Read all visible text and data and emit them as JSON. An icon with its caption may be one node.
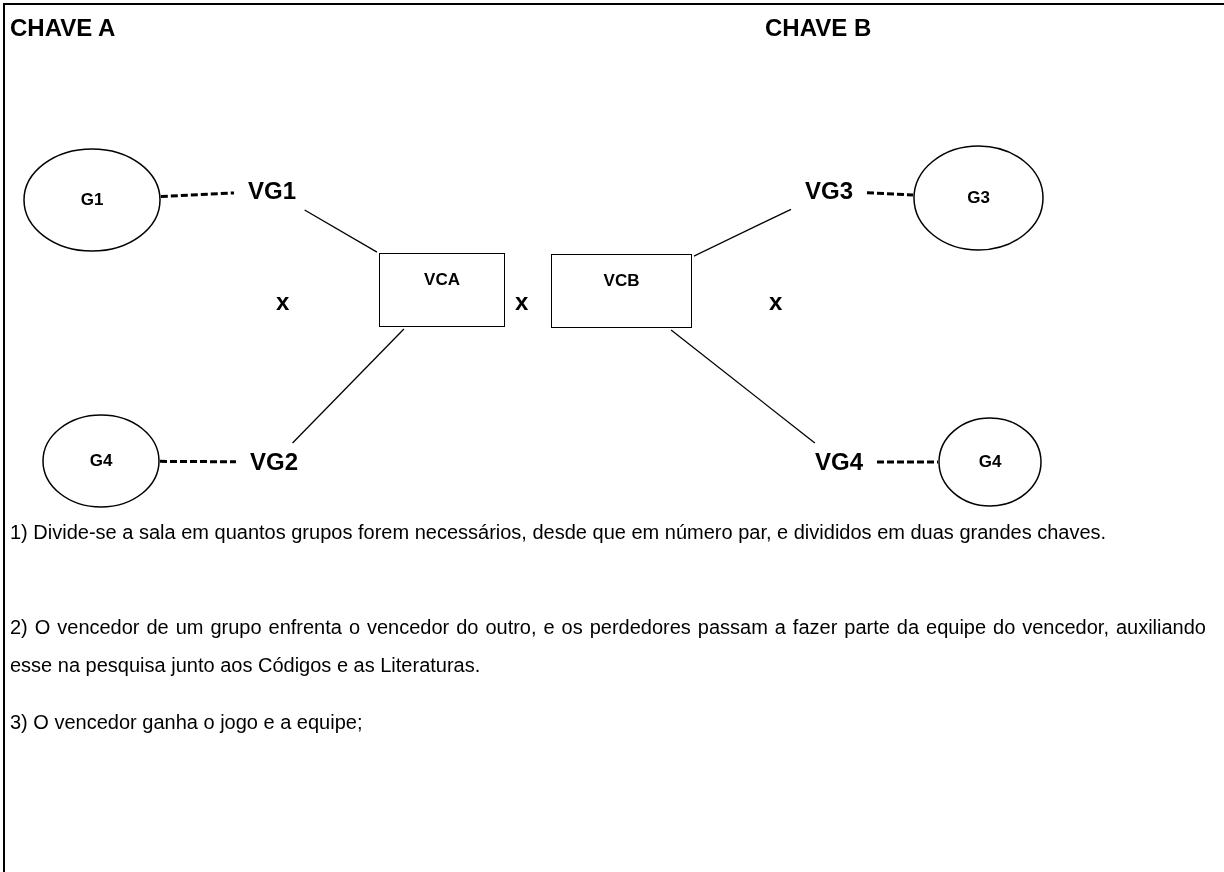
{
  "diagram": {
    "nodes": [
      {
        "text": [
          "G1"
        ]
      },
      {
        "text": [
          "VG1"
        ]
      },
      {
        "text": [
          "VG3"
        ]
      },
      {
        "text": [
          "G3"
        ]
      },
      {
        "text": [
          "VCA"
        ]
      },
      {
        "text": [
          "VCB"
        ]
      },
      {
        "text": [
          "G4"
        ]
      },
      {
        "text": [
          "VG2"
        ]
      },
      {
        "text": [
          "VG4"
        ]
      },
      {
        "text": [
          "G4"
        ]
      }
    ],
    "edges": [
      {
        "from": 0,
        "to": 1,
        "arrow": "none",
        "style": "dashed"
      },
      {
        "from": 1,
        "to": 4,
        "arrow": "none"
      },
      {
        "from": 7,
        "to": 4,
        "arrow": "none"
      },
      {
        "from": 6,
        "to": 7,
        "arrow": "none",
        "style": "dashed"
      },
      {
        "from": 2,
        "to": 5,
        "arrow": "none"
      },
      {
        "from": 2,
        "to": 3,
        "arrow": "none",
        "style": "dashed"
      },
      {
        "from": 8,
        "to": 5,
        "arrow": "none"
      },
      {
        "from": 8,
        "to": 9,
        "arrow": "none",
        "style": "dashed"
      }
    ],
    "labels": [
      "CHAVE A",
      "CHAVE B",
      "x",
      "x",
      "x",
      "1) Divide-se a sala em quantos grupos forem necessários, desde que em número par, e divididos em duas grandes chaves.",
      "2) O vencedor de um grupo enfrenta o vencedor do outro, e os perdedores passam a fazer parte da equipe do vencedor, auxiliando esse na pesquisa junto aos Códigos e as Literaturas.",
      "3) O vencedor ganha o jogo e a equipe;"
    ]
  }
}
